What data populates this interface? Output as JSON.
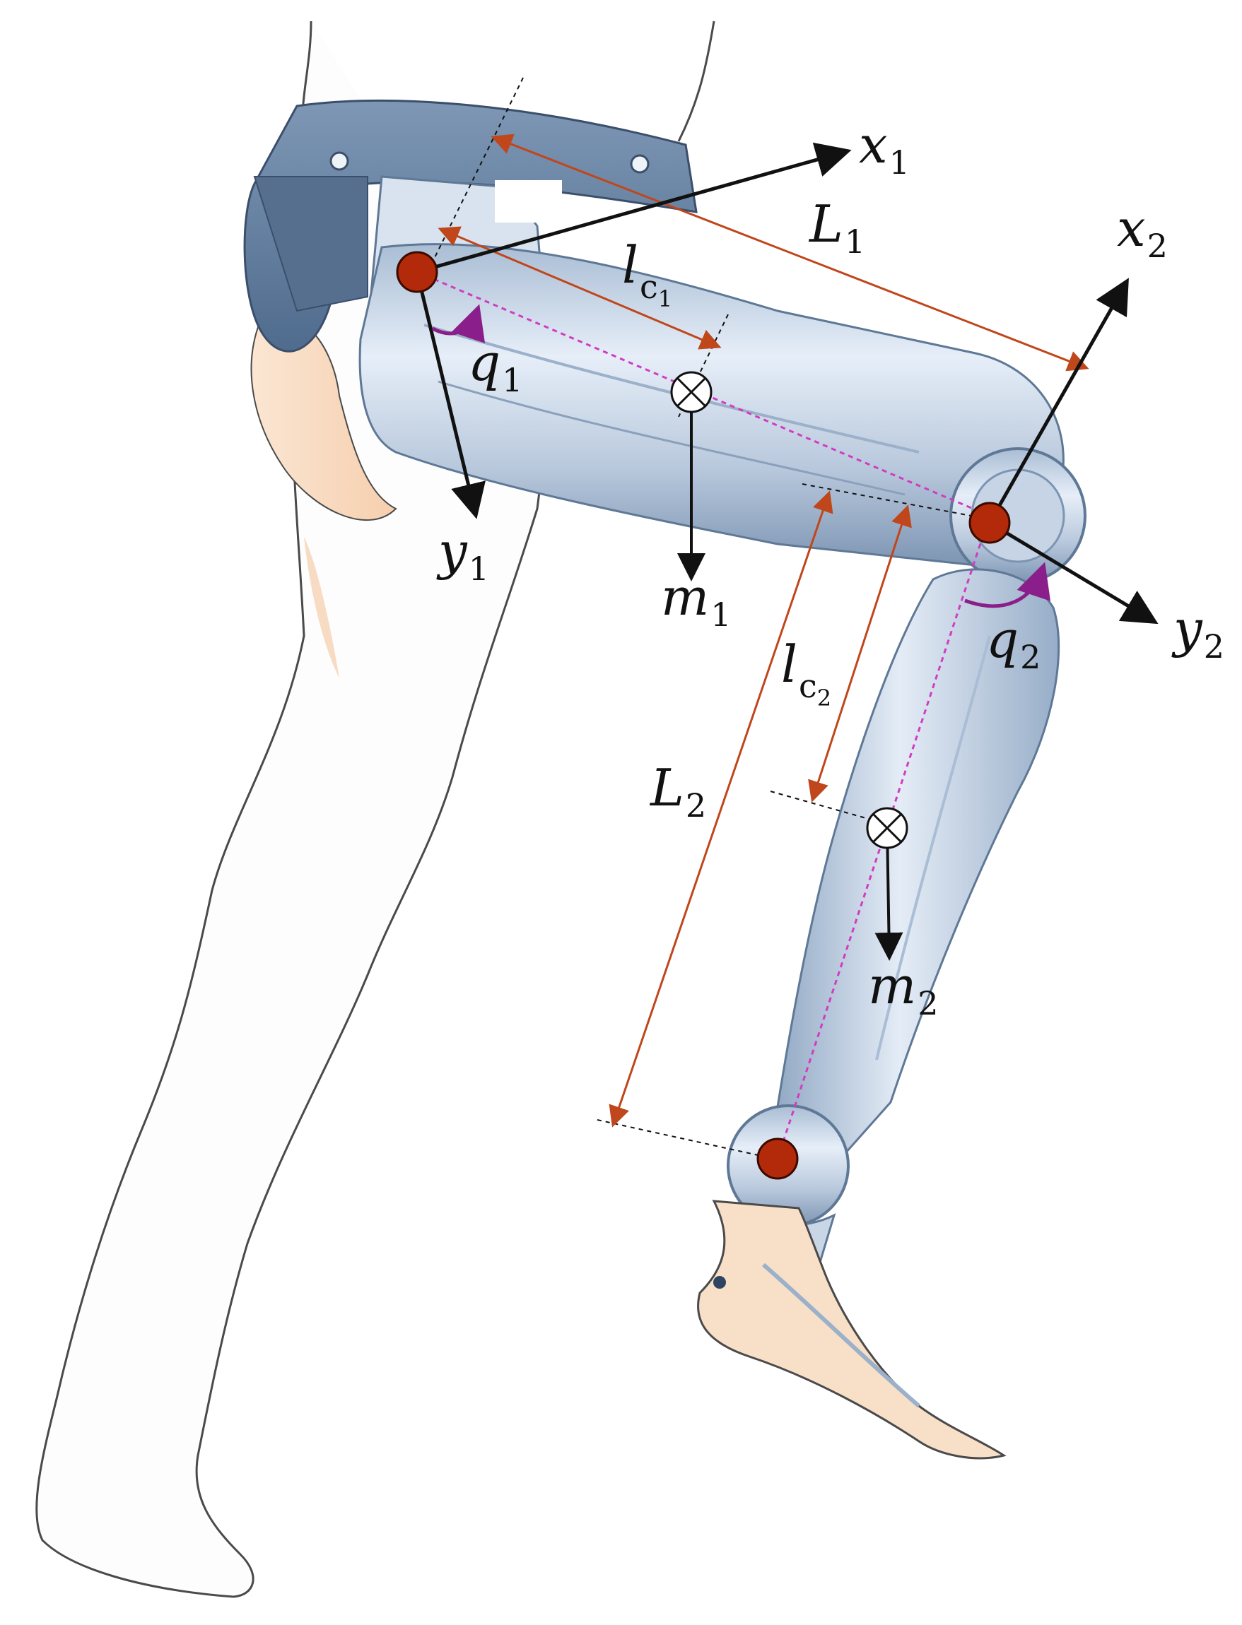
{
  "diagram": {
    "labels": {
      "x1": {
        "base": "x",
        "sub": "1"
      },
      "y1": {
        "base": "y",
        "sub": "1"
      },
      "x2": {
        "base": "x",
        "sub": "2"
      },
      "y2": {
        "base": "y",
        "sub": "2"
      },
      "L1": {
        "base": "L",
        "sub": "1"
      },
      "L2": {
        "base": "L",
        "sub": "2"
      },
      "lc1": {
        "base": "l",
        "sub": "c",
        "subsub": "1"
      },
      "lc2": {
        "base": "l",
        "sub": "c",
        "subsub": "2"
      },
      "q1": {
        "base": "q",
        "sub": "1"
      },
      "q2": {
        "base": "q",
        "sub": "2"
      },
      "m1": {
        "base": "m",
        "sub": "1"
      },
      "m2": {
        "base": "m",
        "sub": "2"
      }
    },
    "colors": {
      "dimension_arrow": "#c0461b",
      "axis_arrow": "#111111",
      "joint": "#b22a0a",
      "angle_arc": "#8a1e8a",
      "centerline": "#d23cc0",
      "prosthesis_metal": "#c9d6e6",
      "prosthesis_dark": "#5e7896",
      "skin": "#f8d9bd",
      "leg_outline": "#4a4a4a"
    }
  }
}
